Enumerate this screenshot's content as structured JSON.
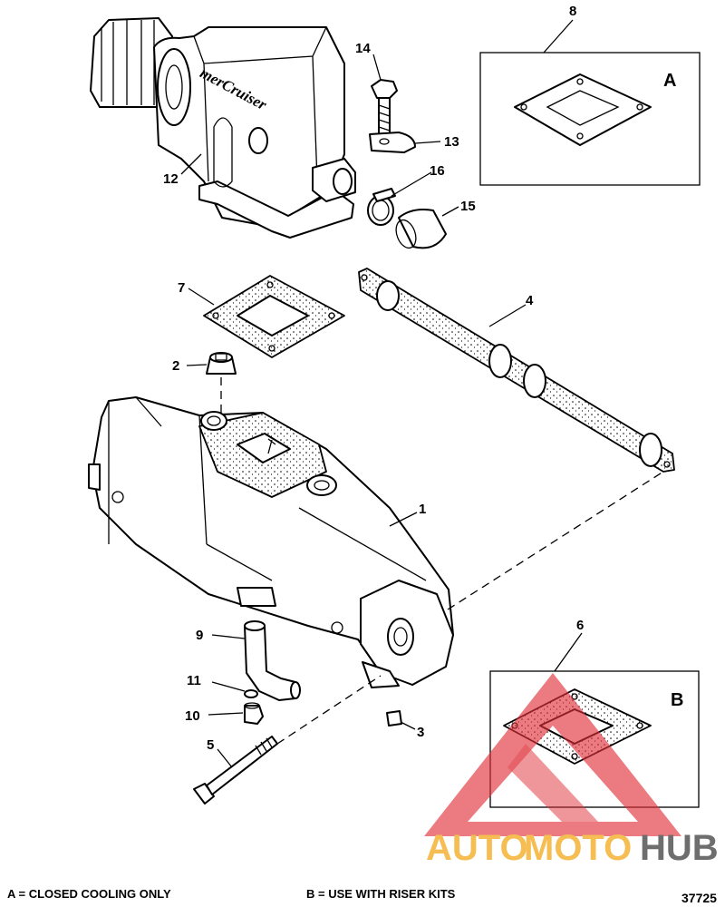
{
  "callouts": {
    "c1": "1",
    "c2": "2",
    "c3": "3",
    "c4": "4",
    "c5": "5",
    "c6": "6",
    "c7": "7",
    "c8": "8",
    "c9": "9",
    "c10": "10",
    "c11": "11",
    "c12": "12",
    "c13": "13",
    "c14": "14",
    "c15": "15",
    "c16": "16"
  },
  "inset_boxes": {
    "a": "A",
    "b": "B"
  },
  "emboss": "merCruiser",
  "notes": {
    "a": "A = CLOSED COOLING ONLY",
    "b": "B = USE WITH RISER KITS"
  },
  "figure_number": "37725",
  "watermark": {
    "auto": "AUTO",
    "moto": "MOTO",
    "hub": "HUB"
  },
  "colors": {
    "watermark_red": "#e0303a",
    "watermark_orange": "#f5b335",
    "watermark_gray": "#555555",
    "ink": "#000000"
  }
}
